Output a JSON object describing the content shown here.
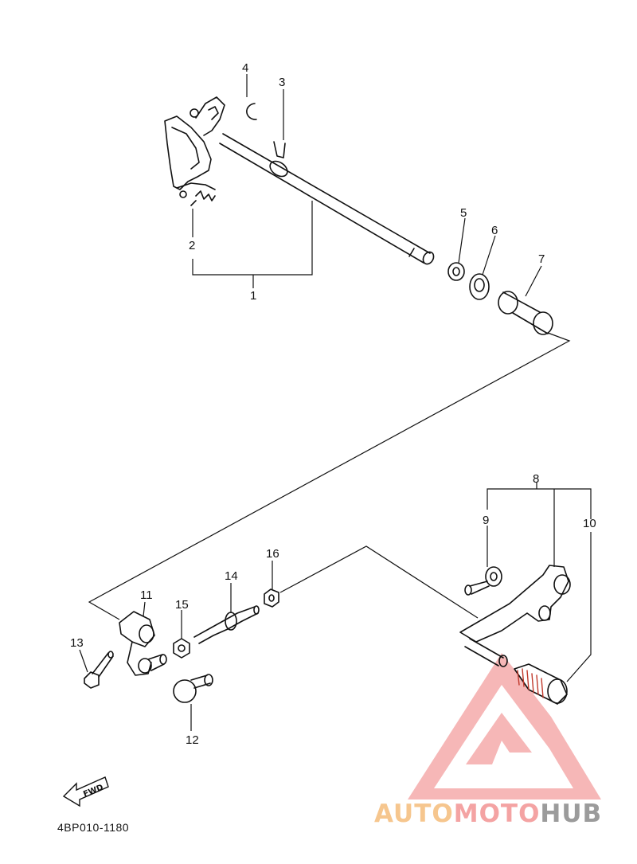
{
  "diagram": {
    "callouts": [
      "1",
      "2",
      "3",
      "4",
      "5",
      "6",
      "7",
      "8",
      "9",
      "10",
      "11",
      "12",
      "13",
      "14",
      "15",
      "16"
    ],
    "direction_label": "FWD",
    "drawing_code": "4BP010-1180"
  },
  "watermark": {
    "part1": "AUTO",
    "part2": "MOTO",
    "part3": "HUB",
    "colors": {
      "auto": "#f6c68e",
      "moto": "#f4a3a3",
      "hub": "#9b9b9b",
      "logo": "#f3a0a0"
    }
  }
}
